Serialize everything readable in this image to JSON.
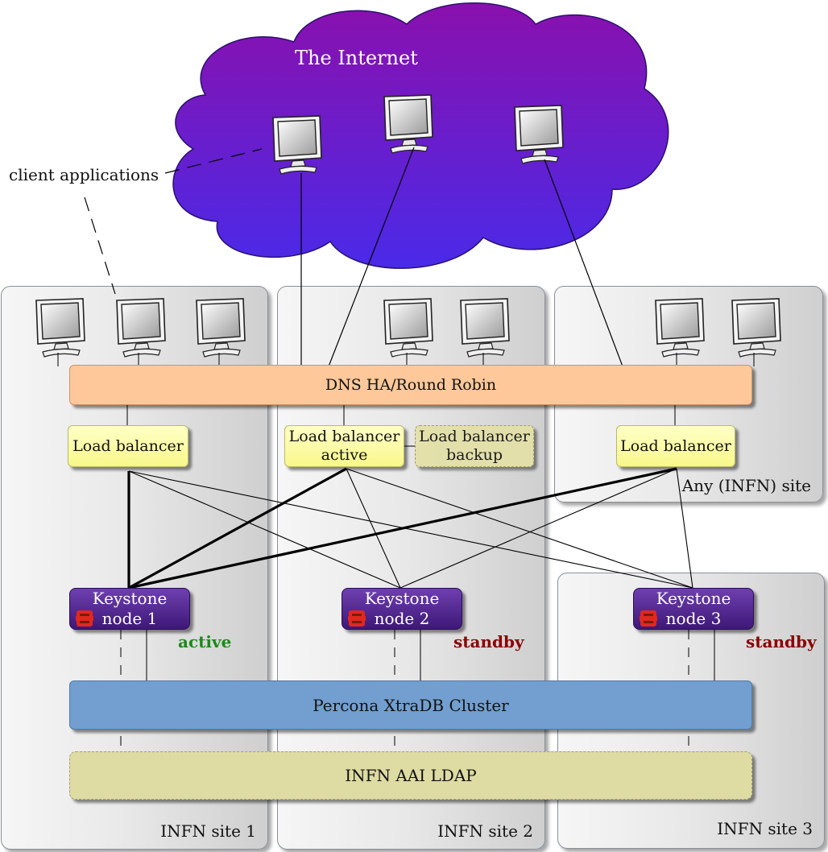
{
  "cloud": {
    "title": "The Internet"
  },
  "client_label": "client applications",
  "dns": {
    "label": "DNS HA/Round Robin"
  },
  "load_balancers": {
    "site1": "Load balancer",
    "site2_active": "Load balancer\nactive",
    "site2_backup": "Load balancer\nbackup",
    "any": "Load balancer"
  },
  "keystone": [
    {
      "line1": "Keystone",
      "line2": "node 1",
      "status": "active",
      "status_color": "#1a8a1a"
    },
    {
      "line1": "Keystone",
      "line2": "node 2",
      "status": "standby",
      "status_color": "#8b0000"
    },
    {
      "line1": "Keystone",
      "line2": "node 3",
      "status": "standby",
      "status_color": "#8b0000"
    }
  ],
  "percona": {
    "label": "Percona XtraDB Cluster"
  },
  "ldap": {
    "label": "INFN AAI LDAP"
  },
  "sites": {
    "site1": "INFN site 1",
    "site2": "INFN site 2",
    "site3": "INFN site 3",
    "any": "Any (INFN) site"
  },
  "colors": {
    "cloud_top": "#8a10ad",
    "cloud_bottom": "#4a2ae8",
    "dns": "#ffc89a",
    "load_balancer": "#ffffa8",
    "keystone": "#5a2a9a",
    "percona": "#729fcf",
    "ldap": "#dedba3",
    "active": "#1a8a1a",
    "standby": "#8b0000"
  },
  "icons": [
    "monitor-icon",
    "openstack-icon"
  ]
}
